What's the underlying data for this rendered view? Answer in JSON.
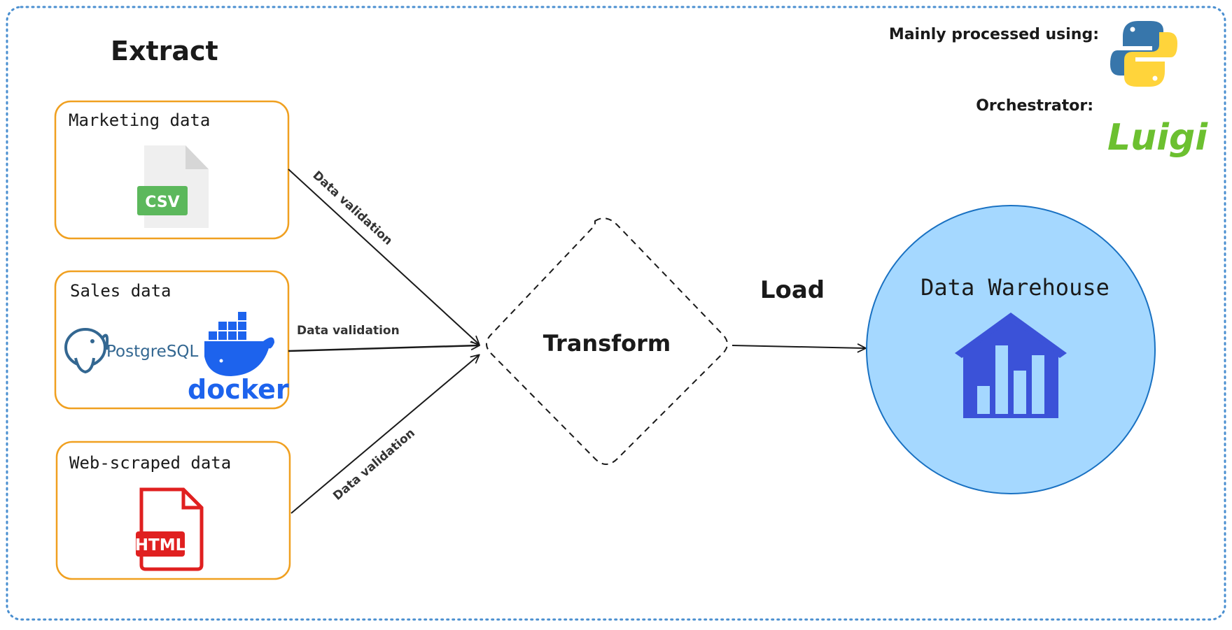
{
  "colors": {
    "frame_border": "#4a8fd0",
    "source_box_border": "#f0a020",
    "circle_fill": "#a5d8ff",
    "circle_border": "#1971c2",
    "warehouse_icon": "#3b52d8",
    "csv_badge": "#5cb85c",
    "html_icon": "#e02020",
    "postgres_blue": "#336791",
    "docker_blue": "#1d63ed",
    "luigi_green": "#6cc030",
    "python_blue": "#3776ab",
    "python_yellow": "#ffd43b"
  },
  "stages": {
    "extract": "Extract",
    "transform": "Transform",
    "load": "Load"
  },
  "sources": [
    {
      "title": "Marketing data",
      "icon": "csv-file-icon",
      "badge": "CSV"
    },
    {
      "title": "Sales data",
      "icons": [
        "postgresql-logo",
        "docker-logo"
      ],
      "postgres_text": "PostgreSQL",
      "docker_text": "docker"
    },
    {
      "title": "Web-scraped data",
      "icon": "html-file-icon",
      "badge": "HTML"
    }
  ],
  "edges": {
    "validation_label": "Data validation"
  },
  "warehouse": {
    "title": "Data Warehouse",
    "icon": "warehouse-chart-icon"
  },
  "tools": {
    "processed_label": "Mainly processed using:",
    "processed_icon": "python-logo",
    "orchestrator_label": "Orchestrator:",
    "orchestrator_icon": "luigi-logo",
    "orchestrator_text": "Luigi"
  }
}
